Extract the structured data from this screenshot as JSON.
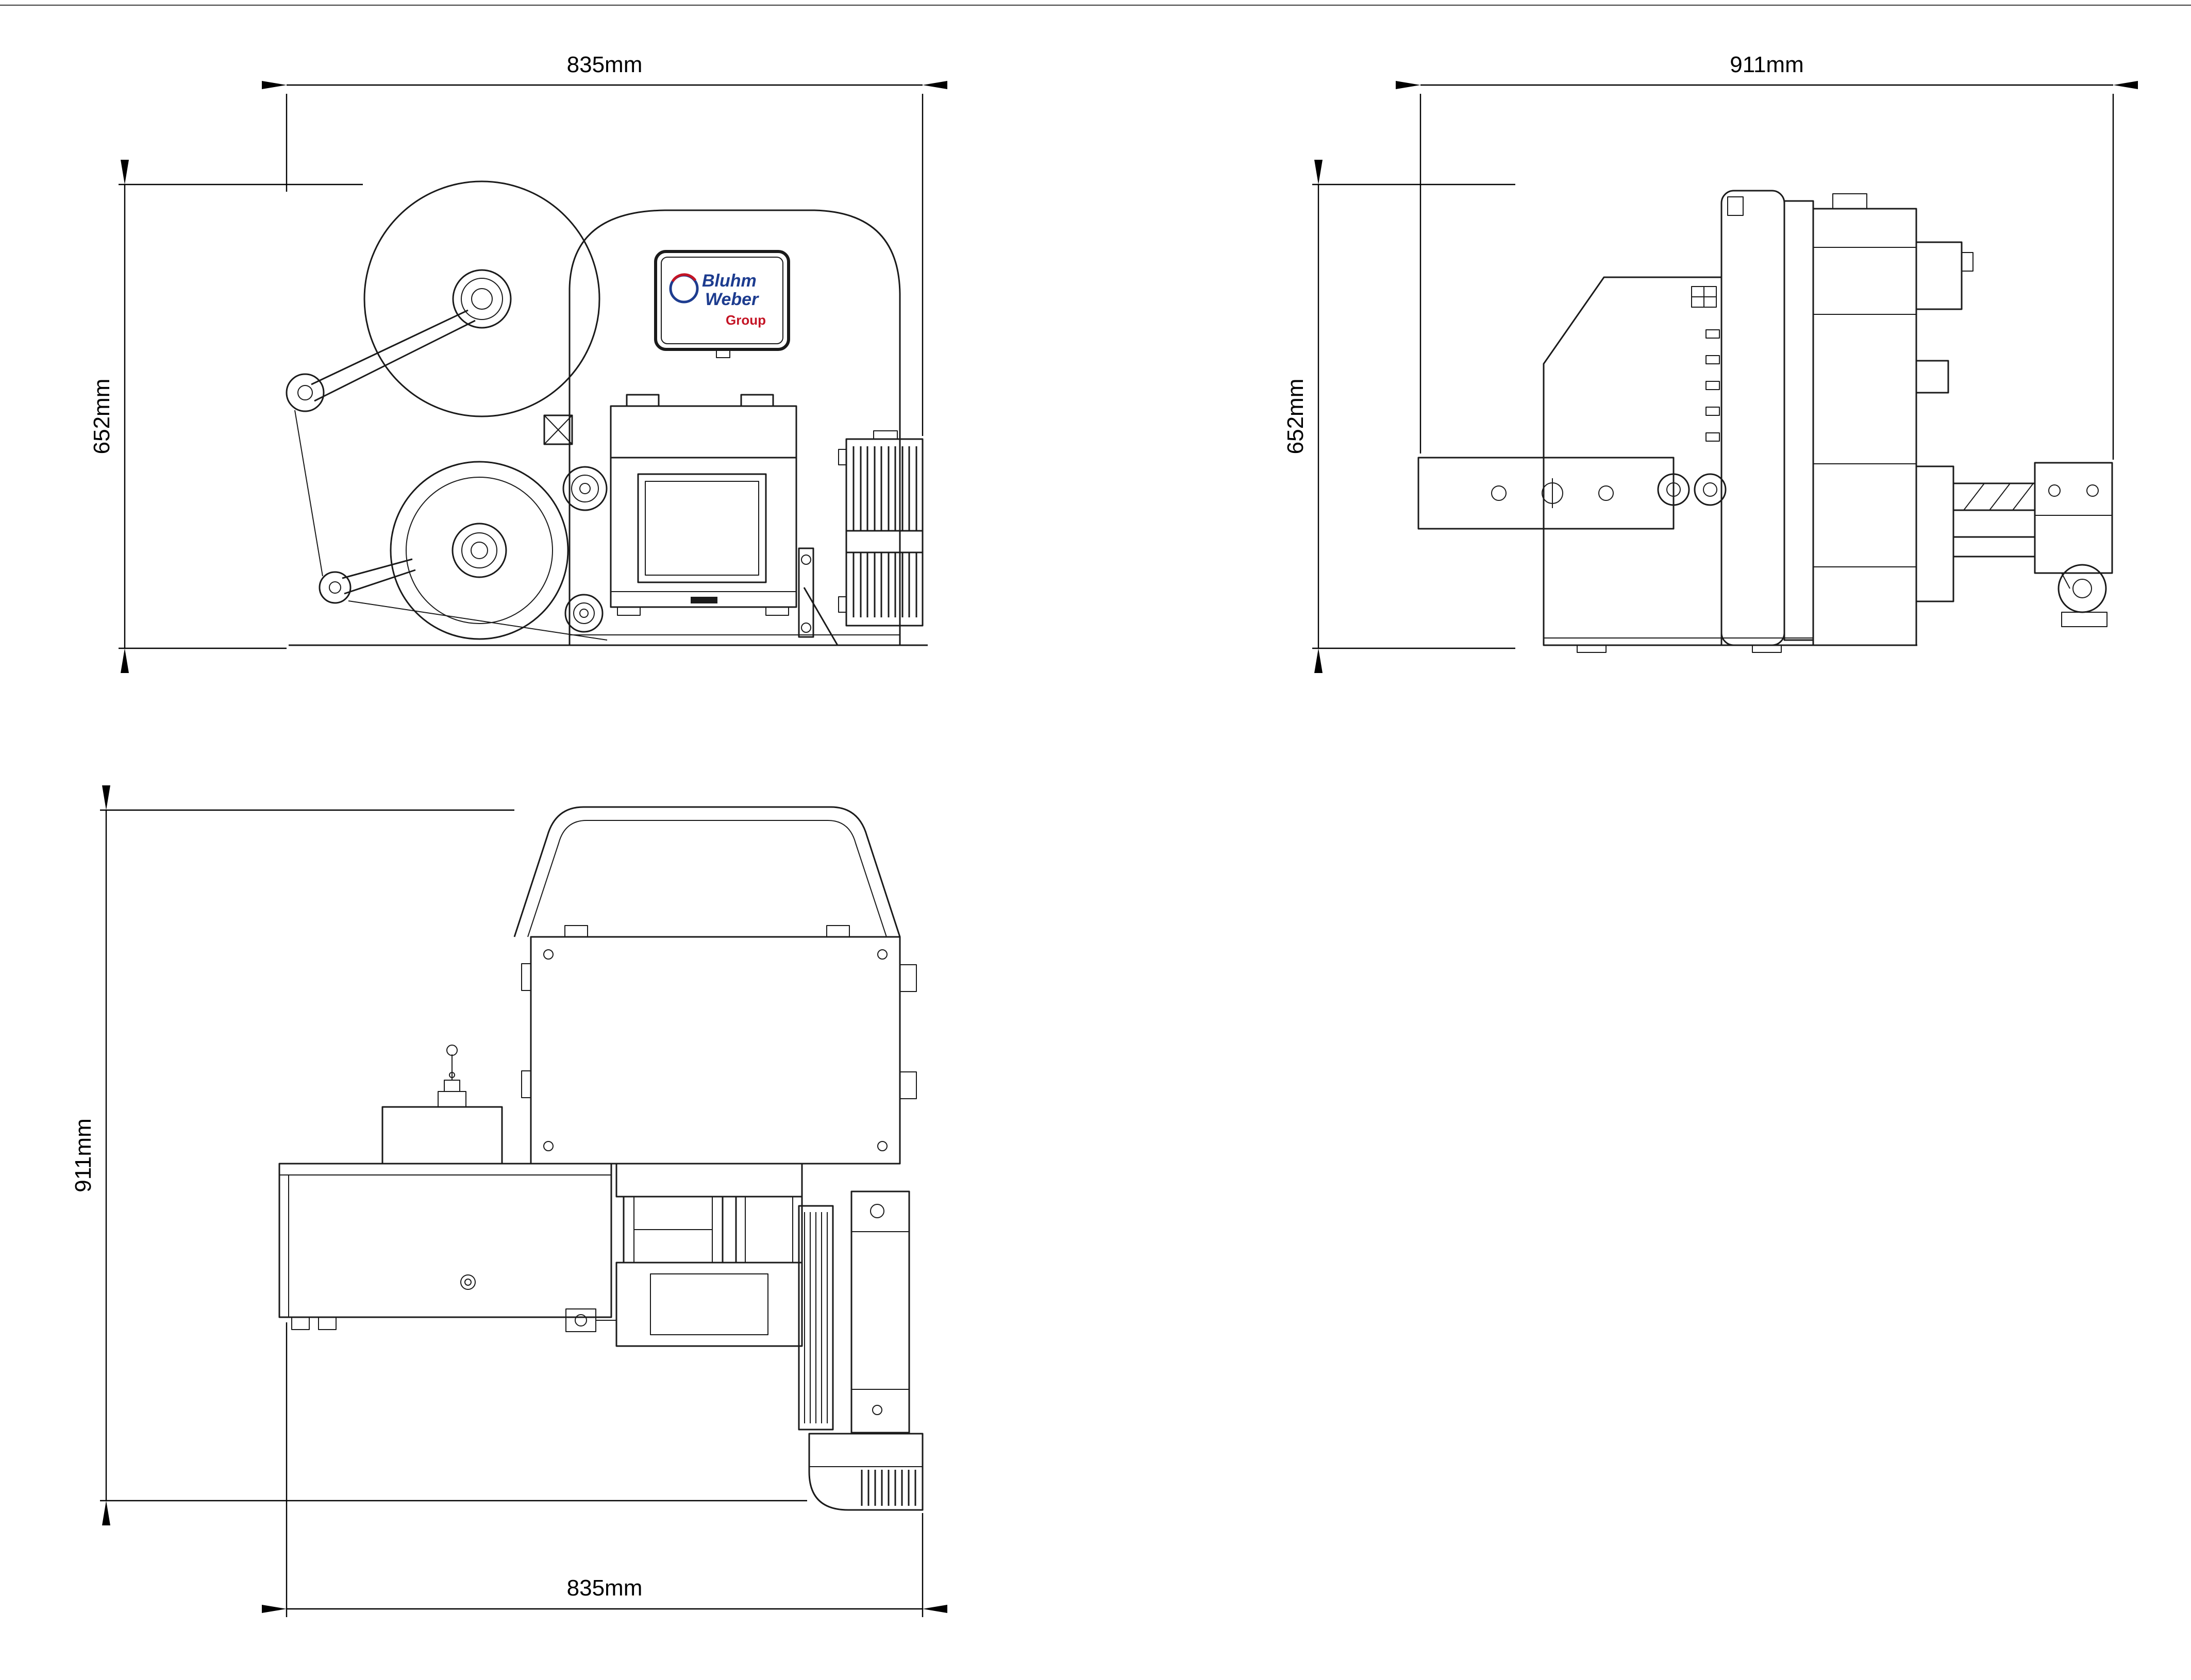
{
  "views": {
    "front": {
      "width_label": "835mm",
      "height_label": "652mm"
    },
    "side": {
      "width_label": "911mm",
      "height_label": "652mm"
    },
    "top": {
      "height_label": "911mm",
      "width_label": "835mm"
    }
  },
  "logo": {
    "brand_top": "Bluhm",
    "brand_bottom": "Weber",
    "suffix": "Group"
  },
  "colors": {
    "line": "#1a1a1a",
    "dimension": "#000000",
    "logo_blue": "#1d3c8f",
    "logo_red": "#c41425",
    "background": "#ffffff"
  }
}
